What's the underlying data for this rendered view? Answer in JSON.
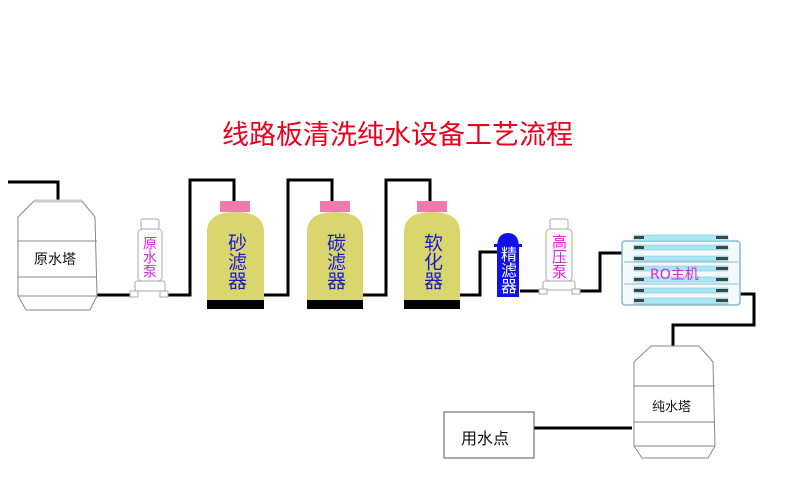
{
  "title": "线路板清洗纯水设备工艺流程",
  "colors": {
    "title": "#e8001c",
    "pipe": "#000000",
    "filter_body": "#d9d66e",
    "filter_cap": "#f07ab0",
    "filter_text": "#1a1ac8",
    "pump_text": "#e020e0",
    "precision_filter": "#1010e8",
    "ro_tube": "#a8e8f4"
  },
  "nodes": {
    "raw_tank": {
      "label": "原水塔"
    },
    "raw_pump": {
      "label": "原水泵"
    },
    "sand_filter": {
      "label": "砂滤器"
    },
    "carbon_filter": {
      "label": "碳滤器"
    },
    "softener": {
      "label": "软化器"
    },
    "precision_filter": {
      "label": "精滤器"
    },
    "hp_pump": {
      "label": "高压泵"
    },
    "ro_unit": {
      "label": "RO主机"
    },
    "pure_tank": {
      "label": "纯水塔"
    },
    "use_point": {
      "label": "用水点"
    }
  }
}
